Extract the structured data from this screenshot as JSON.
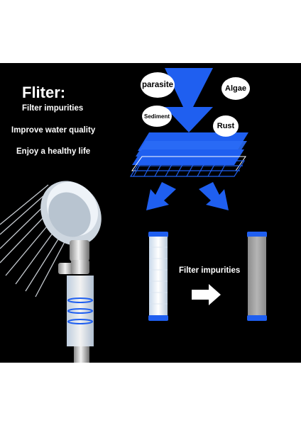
{
  "left_text": {
    "heading": "Fliter:",
    "bullets": [
      "Filter impurities",
      "Improve water quality",
      "Enjoy a healthy life"
    ]
  },
  "contaminants": [
    "parasite",
    "Algae",
    "Sediment",
    "Rust"
  ],
  "filter_caption": "Filter impurities",
  "colors": {
    "background": "#000000",
    "accent_blue": "#1f5ff0",
    "text": "#ffffff"
  }
}
